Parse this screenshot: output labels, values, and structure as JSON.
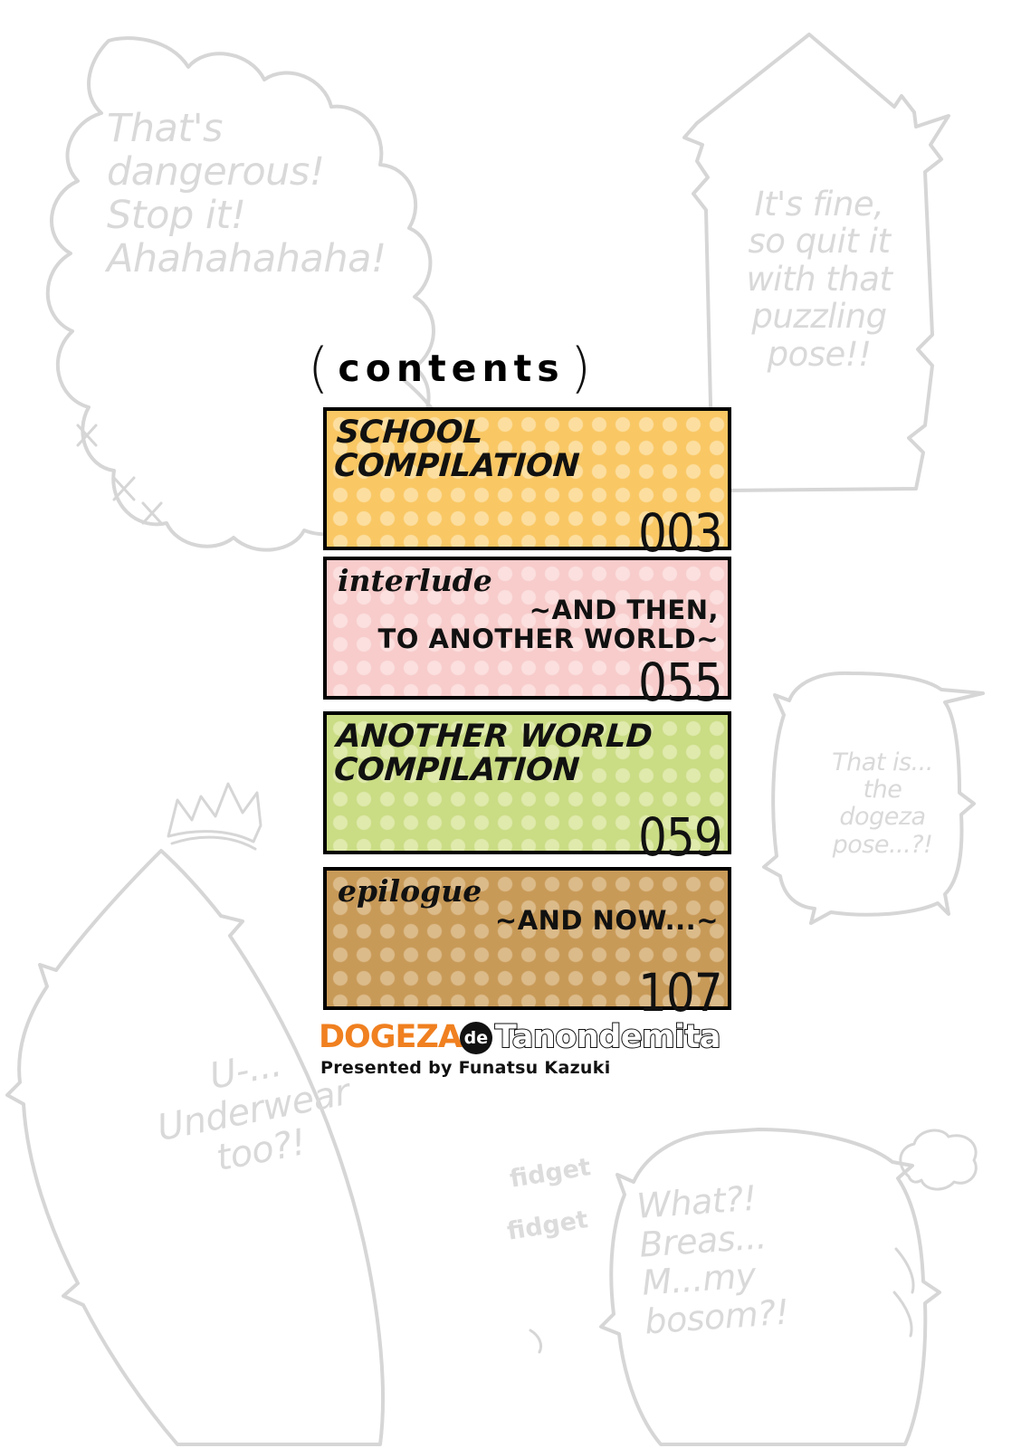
{
  "page": {
    "heading_open_paren": "(",
    "heading_word": "contents",
    "heading_close_paren": ")"
  },
  "contents": [
    {
      "title": "SCHOOL\nCOMPILATION",
      "label": "",
      "subtitle": "",
      "page": "003",
      "base_color": "#F9C764",
      "dot_color": "#FCDFA0",
      "style": "comic"
    },
    {
      "title": "",
      "label": "interlude",
      "subtitle": "~AND THEN,\nTO ANOTHER WORLD~",
      "page": "055",
      "base_color": "#F7CCCB",
      "dot_color": "#FBE0DF",
      "style": "serif-label"
    },
    {
      "title": "ANOTHER WORLD\nCOMPILATION",
      "label": "",
      "subtitle": "",
      "page": "059",
      "base_color": "#CADC84",
      "dot_color": "#DFEAAC",
      "style": "comic"
    },
    {
      "title": "",
      "label": "epilogue",
      "subtitle": "~AND NOW...~",
      "page": "107",
      "base_color": "#C89A58",
      "dot_color": "#DCBB8A",
      "style": "serif-label"
    }
  ],
  "logo": {
    "word_primary": "DOGEZA",
    "word_badge": "de",
    "word_secondary": "Tanondemita",
    "credit": "Presented by Funatsu Kazuki",
    "primary_color": "#F08020",
    "badge_color": "#111111",
    "secondary_color": "#FFFFFF"
  },
  "background_bubbles": [
    {
      "id": "top-left",
      "text": "That's\ndangerous!\nStop it!\nAhahahahaha!",
      "shape": "burst"
    },
    {
      "id": "top-right",
      "text": "It's fine,\nso quit it\nwith that\npuzzling\npose!!",
      "shape": "spiky-polygon"
    },
    {
      "id": "right-middle",
      "text": "That is...\nthe\ndogeza\npose...?!",
      "shape": "rounded-jagged"
    },
    {
      "id": "bottom-left",
      "text": "U-...\nUnderwear\ntoo?!",
      "shape": "large-rounded"
    },
    {
      "id": "bottom-right",
      "text": "What?!\nBreas...\nM...my\nbosom?!",
      "shape": "large-rounded"
    }
  ],
  "background_sfx": [
    {
      "id": "sfx-1",
      "text": "fidget"
    },
    {
      "id": "sfx-2",
      "text": "fidget"
    }
  ],
  "colors": {
    "bubble_line": "#d6d6d6",
    "bubble_text": "#d9d9d9",
    "box_border": "#000000",
    "page_background": "#FFFFFF"
  }
}
